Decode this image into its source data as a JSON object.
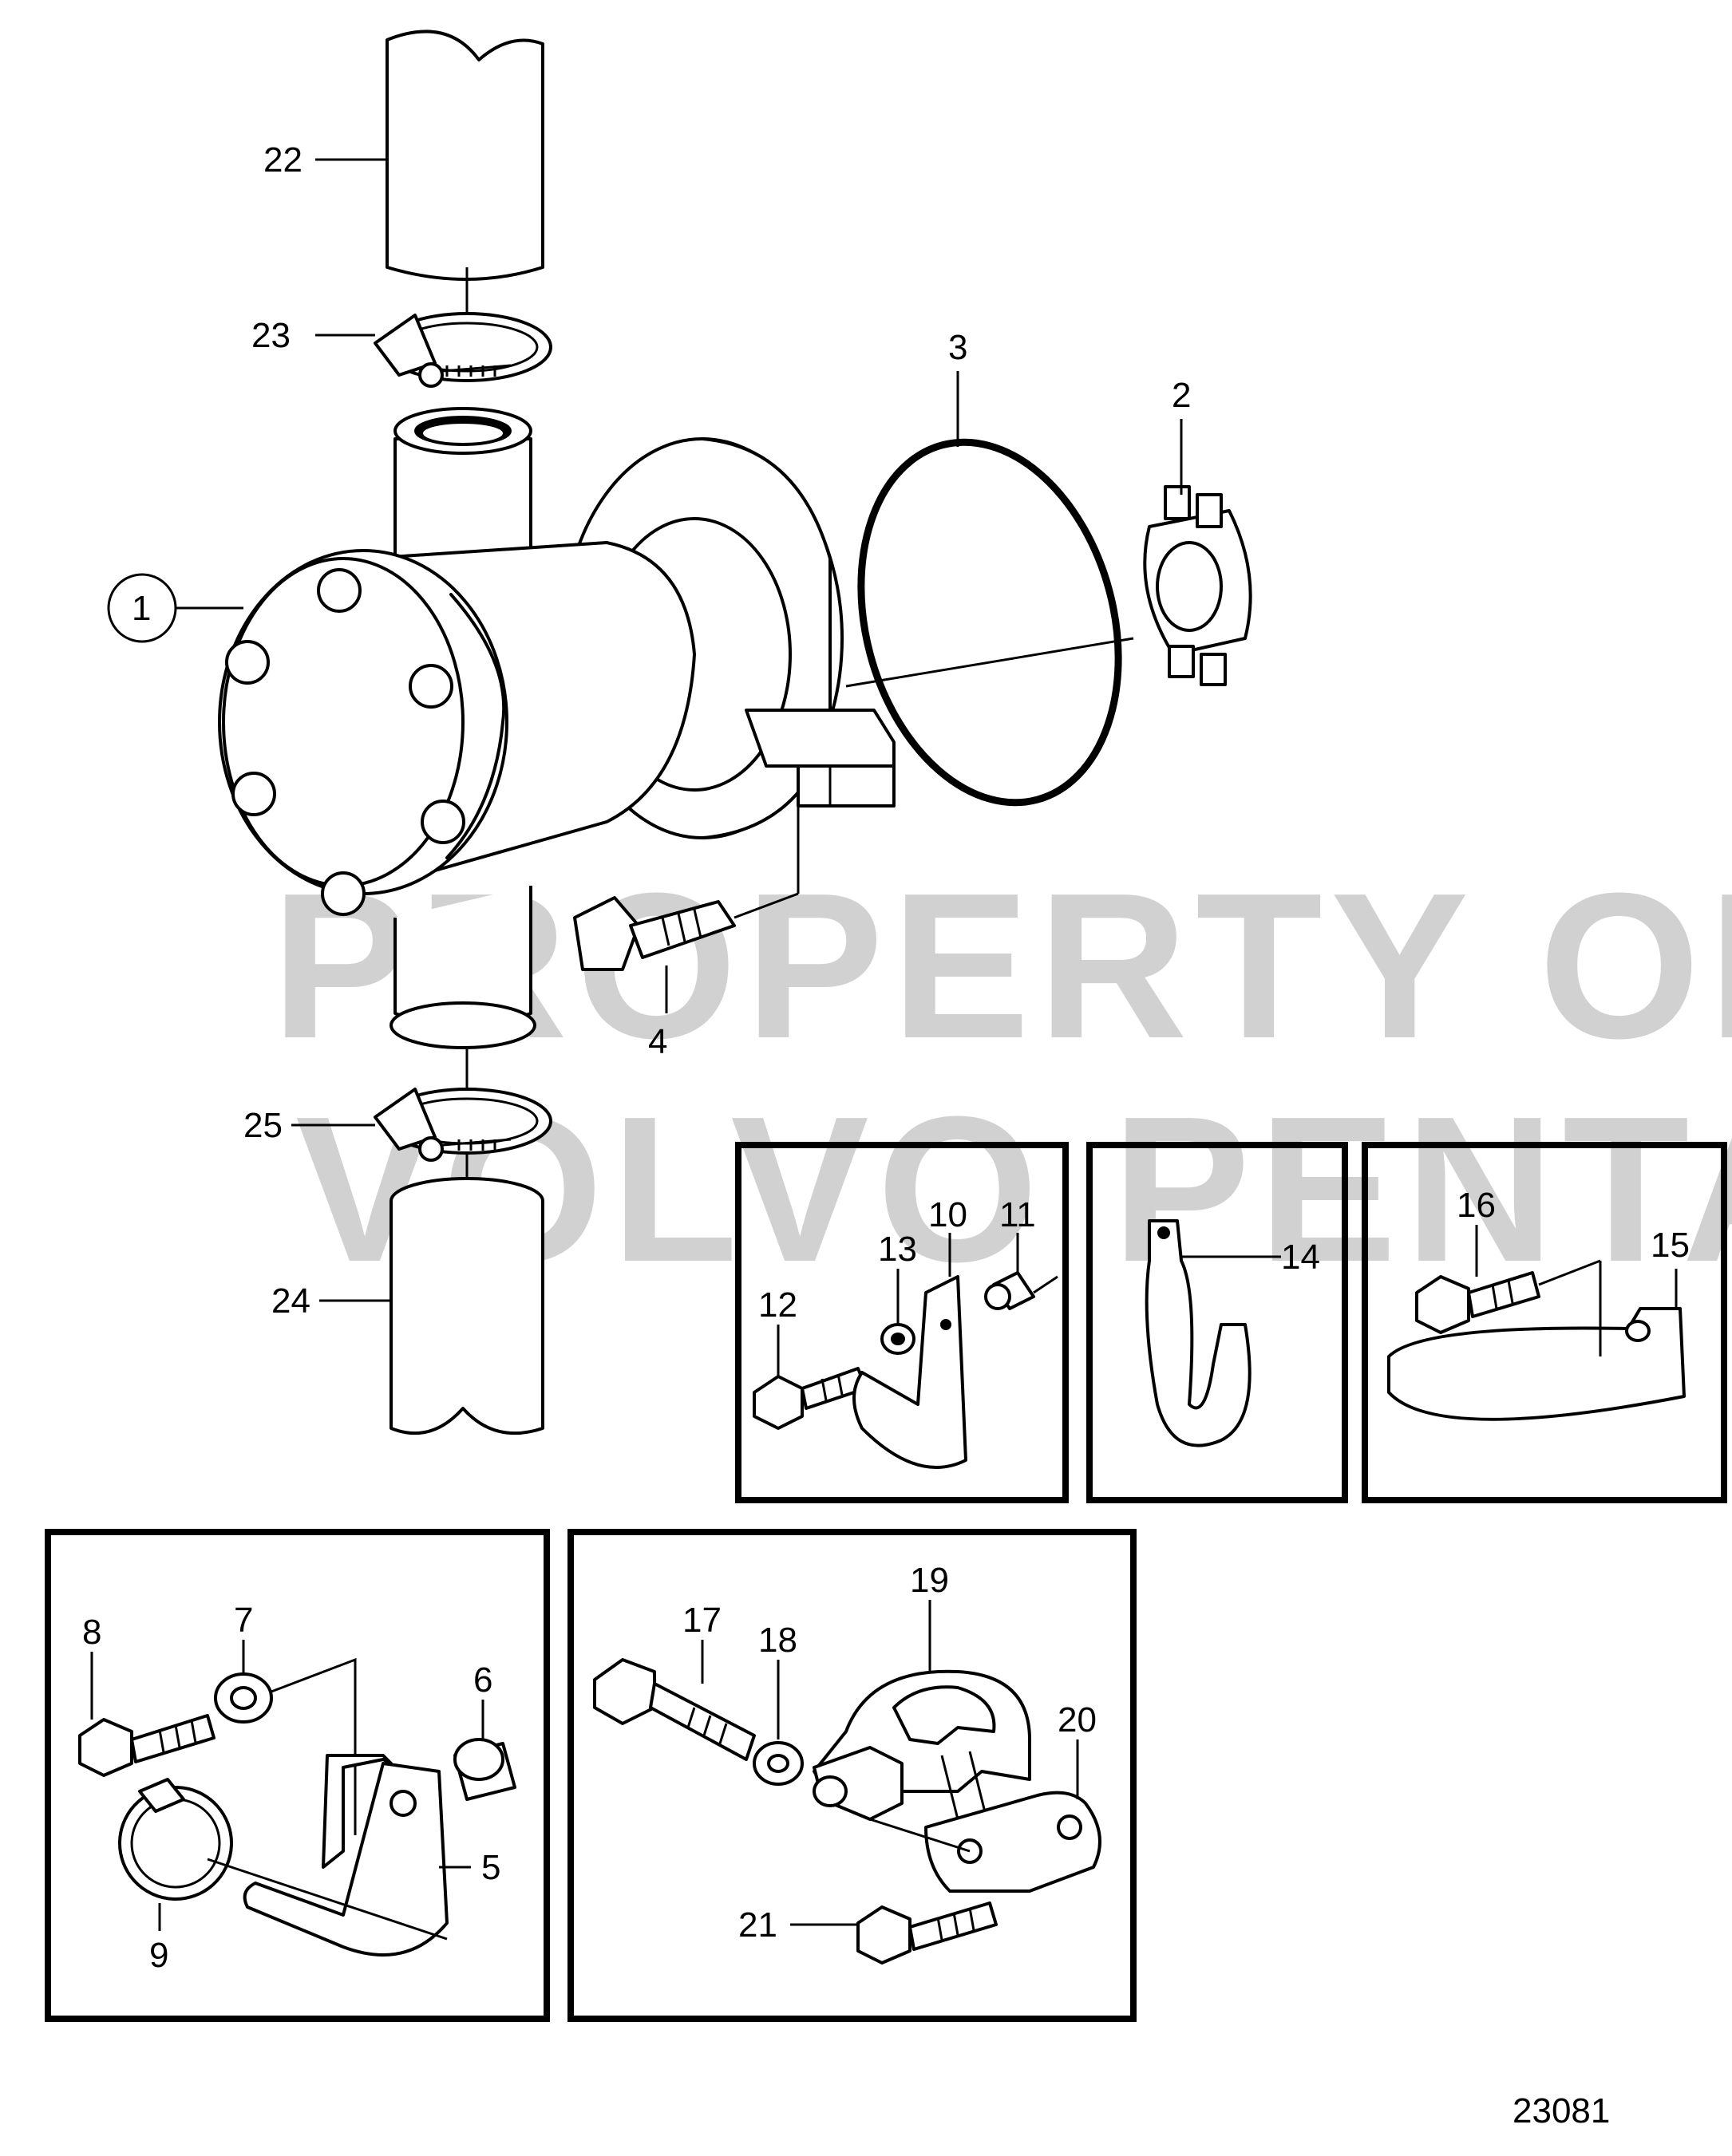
{
  "watermark": {
    "line1": "PROPERTY OF",
    "line2": "VOLVO PENTA"
  },
  "figure_number": "23081",
  "callouts": {
    "c1": "1",
    "c2": "2",
    "c3": "3",
    "c4": "4",
    "c5": "5",
    "c6": "6",
    "c7": "7",
    "c8": "8",
    "c9": "9",
    "c10": "10",
    "c11": "11",
    "c12": "12",
    "c13": "13",
    "c14": "14",
    "c15": "15",
    "c16": "16",
    "c17": "17",
    "c18": "18",
    "c19": "19",
    "c20": "20",
    "c21": "21",
    "c22": "22",
    "c23": "23",
    "c24": "24",
    "c25": "25"
  }
}
